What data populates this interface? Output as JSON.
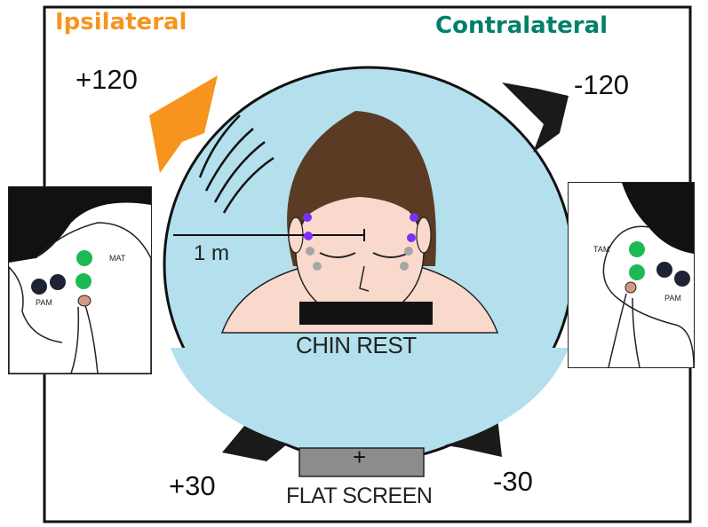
{
  "header": {
    "ipsilateral": "Ipsilateral",
    "contralateral": "Contralateral"
  },
  "angles": {
    "top_left": "+120",
    "top_right": "-120",
    "bottom_left": "+30",
    "bottom_right": "-30"
  },
  "labels": {
    "distance": "1 m",
    "chin_rest": "CHIN REST",
    "flat_screen": "FLAT SCREEN",
    "screen_symbol": "+"
  },
  "insets": {
    "left": {
      "upper_label": "MAT",
      "lower_label": "PAM"
    },
    "right": {
      "upper_label": "TAM",
      "lower_label": "PAM"
    }
  },
  "colors": {
    "ipsilateral": "#f7941d",
    "contralateral": "#00806a",
    "sphere": "#b3e0ec",
    "speaker_active": "#f7941d",
    "speaker": "#1a1a1a",
    "green_electrode": "#1db954",
    "purple_electrode": "#7b2ff7",
    "gray_electrode": "#a6a6a6",
    "dark_electrode": "#1e2233",
    "hair": "#5b3b24",
    "skin": "#f8d9cc"
  }
}
